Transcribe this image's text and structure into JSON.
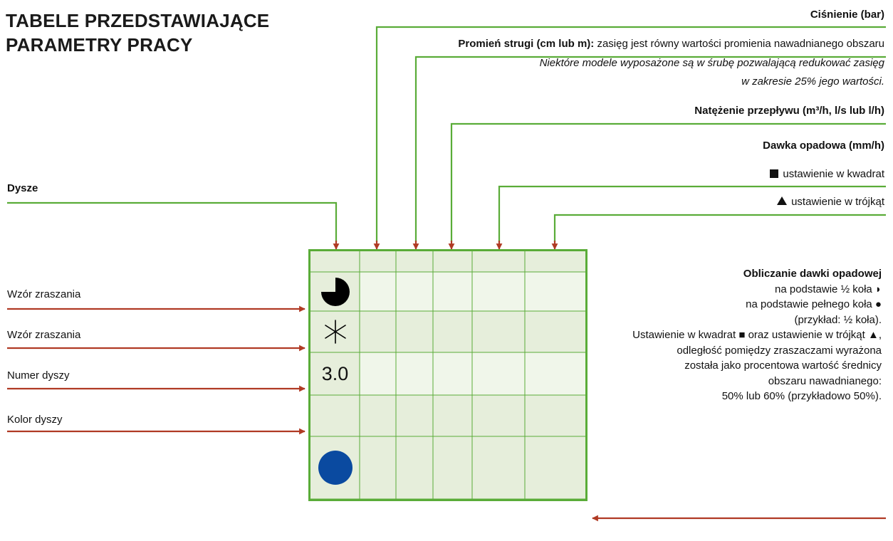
{
  "title": {
    "line1": "TABELE PRZEDSTAWIAJĄCE",
    "line2": "PARAMETRY PRACY"
  },
  "labels": {
    "cisnienie": "Ciśnienie (bar)",
    "promien_bold": "Promień strugi (cm lub m):",
    "promien_text": " zasięg jest równy wartości promienia nawadnianego obszaru",
    "promien_note1": "Niektóre modele wyposażone są w śrubę pozwalającą redukować zasięg",
    "promien_note2": "w zakresie 25% jego wartości.",
    "natezenie": "Natężenie przepływu (m³/h, l/s lub l/h)",
    "dawka": "Dawka opadowa (mm/h)",
    "kwadrat": "ustawienie w kwadrat",
    "trojkat": "ustawienie w trójkąt",
    "dysze": "Dysze",
    "wzor1": "Wzór zraszania",
    "wzor2": "Wzór zraszania",
    "numer": "Numer dyszy",
    "kolor": "Kolor dyszy"
  },
  "table": {
    "nozzle_number": "3.0"
  },
  "note": {
    "title": "Obliczanie dawki opadowej",
    "l1": "na podstawie ½ koła ◗",
    "l2": "na podstawie pełnego koła ●",
    "l3": "(przykład: ½ koła).",
    "l4": "Ustawienie w kwadrat ■ oraz ustawienie w trójkąt ▲,",
    "l5": "odległość pomiędzy zraszaczami wyrażona",
    "l6": "została jako procentowa wartość średnicy",
    "l7": "obszaru nawadnianego:",
    "l8": "50% lub 60% (przykładowo 50%)."
  },
  "colors": {
    "green": "#5aac38",
    "red": "#b03a24",
    "cell_light": "#f0f6ea",
    "cell_dark": "#e6eedb",
    "nozzle_blue": "#0a4aa0"
  },
  "icons": {
    "square": "square-icon",
    "triangle": "triangle-icon",
    "three_quarter": "three-quarter-circle-icon",
    "spray_star": "spray-star-icon"
  }
}
